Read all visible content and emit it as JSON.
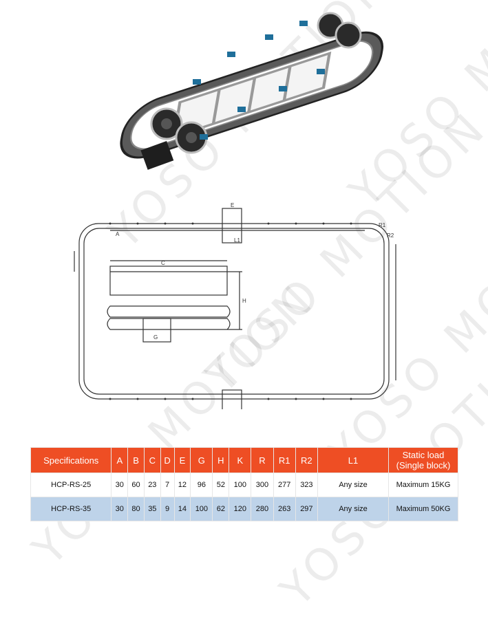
{
  "watermark": "YOSO MOTION",
  "drawing": {
    "dim_e": "E",
    "dim_h": "H",
    "dim_g": "G",
    "dim_a": "A",
    "dim_c": "C",
    "dim_l1": "L1",
    "dim_r1": "R1",
    "dim_r2": "R2"
  },
  "table": {
    "headers": [
      "Specifications",
      "A",
      "B",
      "C",
      "D",
      "E",
      "G",
      "H",
      "K",
      "R",
      "R1",
      "R2",
      "L1",
      "Static load (Single block)"
    ],
    "header_line1": "Static load",
    "header_line2": "(Single block)",
    "rows": [
      [
        "HCP-RS-25",
        "30",
        "60",
        "23",
        "7",
        "12",
        "96",
        "52",
        "100",
        "300",
        "277",
        "323",
        "Any size",
        "Maximum 15KG"
      ],
      [
        "HCP-RS-35",
        "30",
        "80",
        "35",
        "9",
        "14",
        "100",
        "62",
        "120",
        "280",
        "263",
        "297",
        "Any size",
        "Maximum 50KG"
      ]
    ]
  },
  "colors": {
    "header": "#ee4e24",
    "row2": "#bed3e9"
  }
}
